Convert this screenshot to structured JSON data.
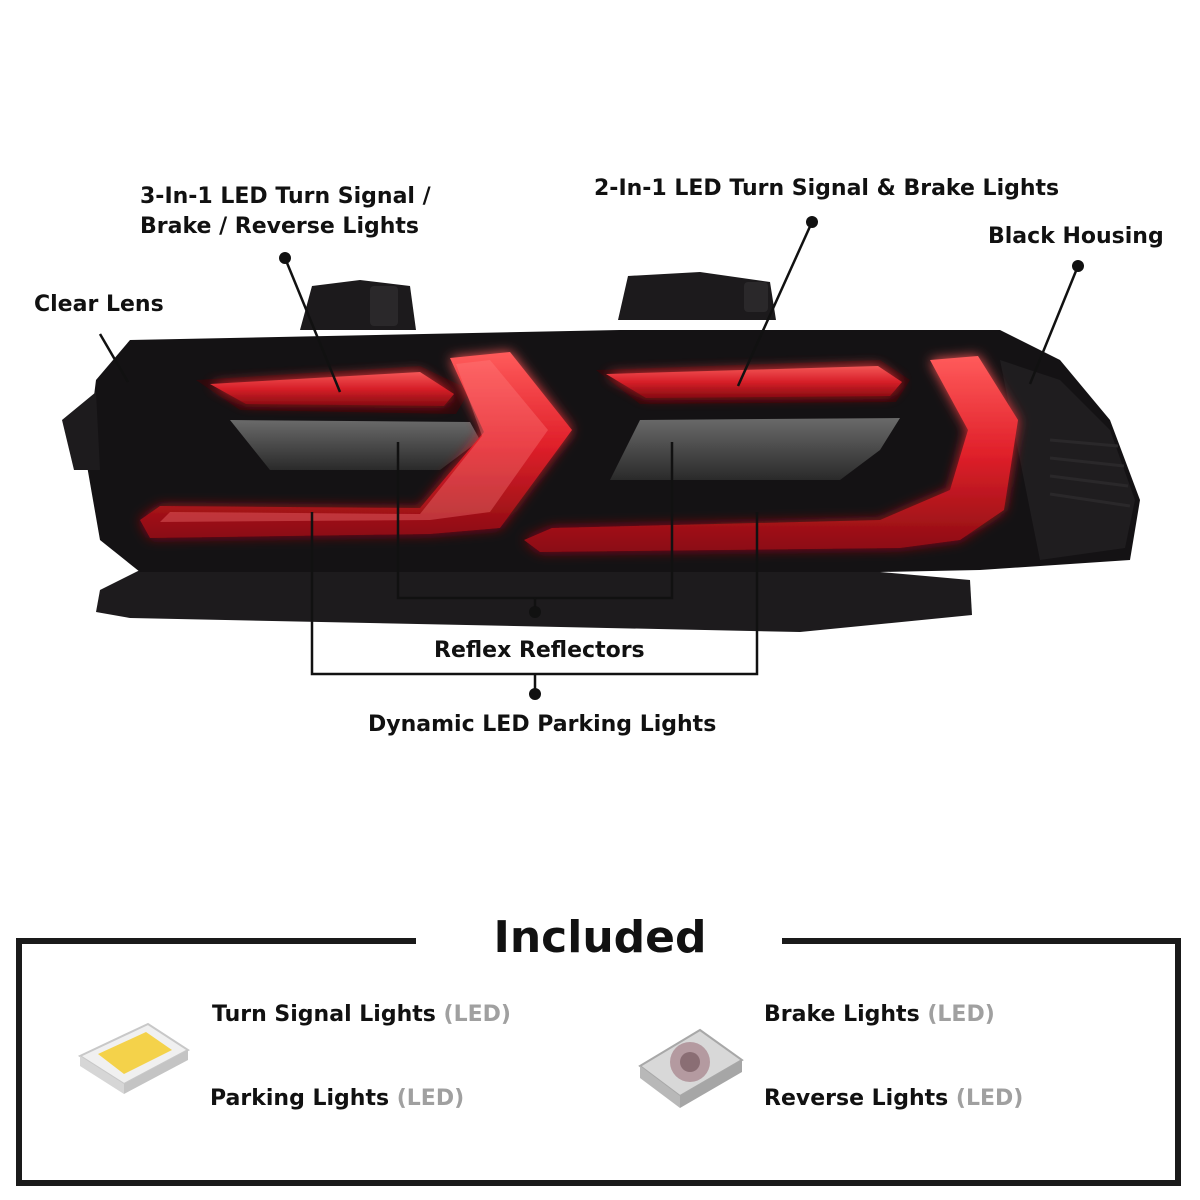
{
  "callouts": {
    "three_in_one_line1": "3-In-1 LED Turn Signal /",
    "three_in_one_line2": "Brake / Reverse Lights",
    "two_in_one": "2-In-1 LED Turn Signal & Brake Lights",
    "black_housing": "Black Housing",
    "clear_lens": "Clear Lens",
    "reflex_reflectors": "Reflex Reflectors",
    "dynamic_parking": "Dynamic LED Parking Lights"
  },
  "included": {
    "title": "Included",
    "items": [
      {
        "label": "Turn Signal Lights",
        "note": "(LED)"
      },
      {
        "label": "Parking Lights",
        "note": "(LED)"
      },
      {
        "label": "Brake Lights",
        "note": "(LED)"
      },
      {
        "label": "Reverse Lights",
        "note": "(LED)"
      }
    ]
  },
  "colors": {
    "led_red": "#e0202a",
    "housing": "#141214",
    "frame": "#1a1a1a",
    "note_gray": "#a0a0a0"
  }
}
